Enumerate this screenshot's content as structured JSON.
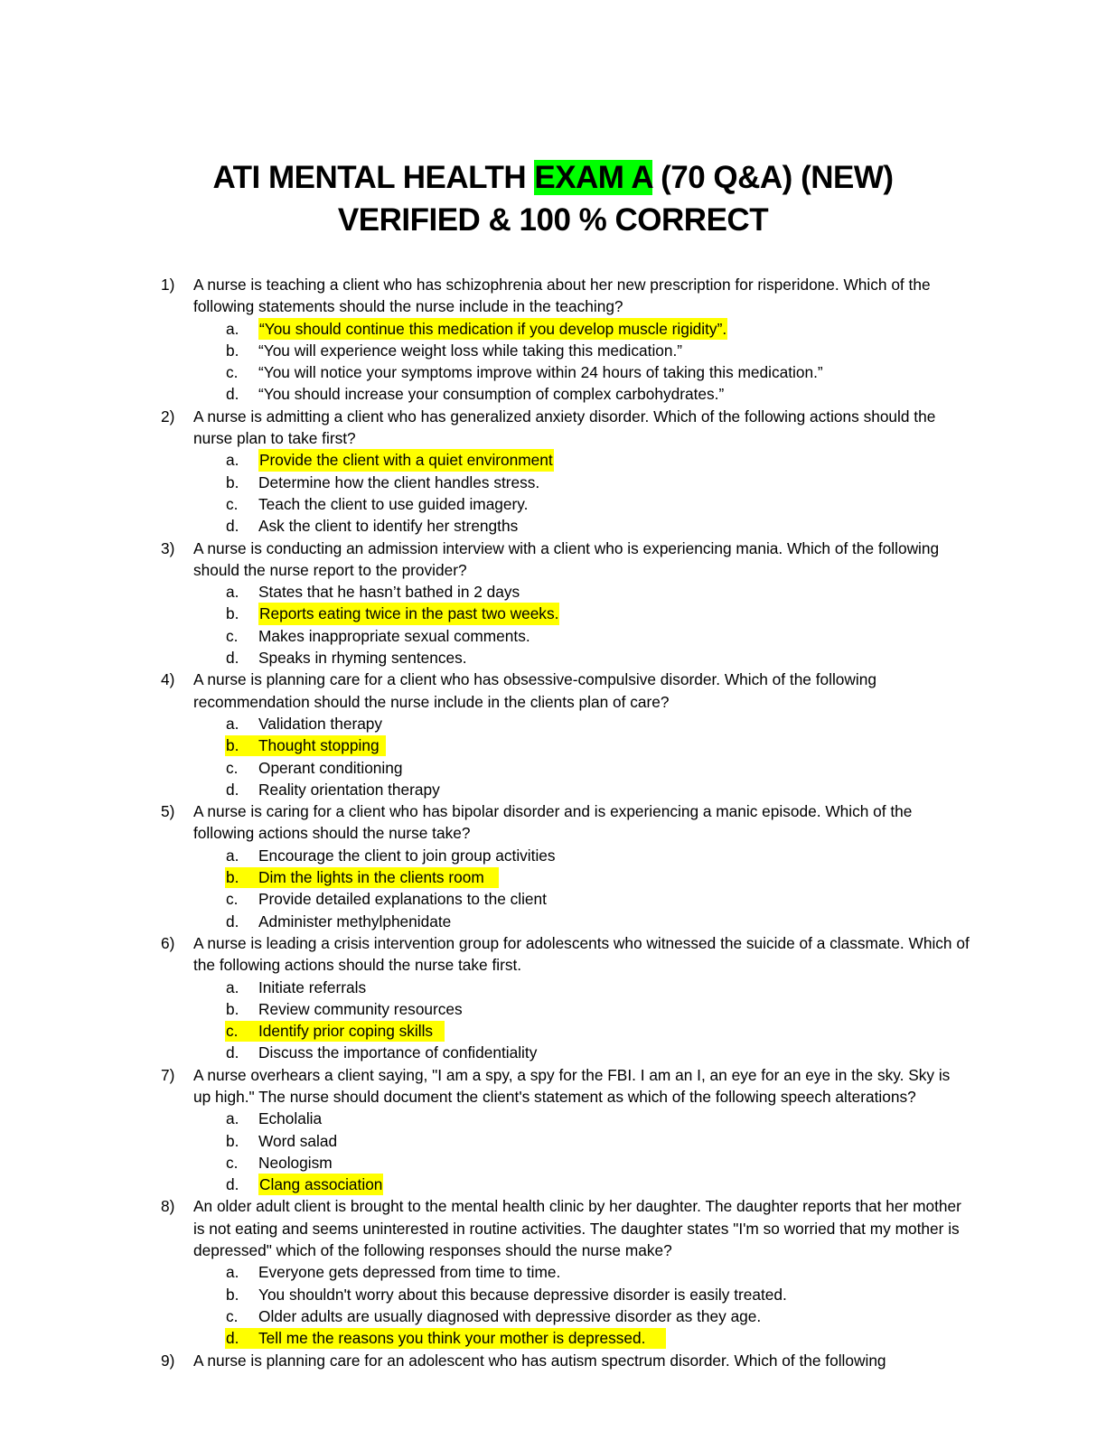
{
  "title": {
    "line1_pre": "ATI MENTAL HEALTH ",
    "line1_highlight": "EXAM A",
    "line1_post": " (70 Q&A) (NEW)",
    "line2": "VERIFIED & 100 % CORRECT"
  },
  "colors": {
    "title_highlight": "#00ff00",
    "answer_highlight": "#ffff00"
  },
  "questions": [
    {
      "num": "1)",
      "text": "A nurse is teaching a client who has schizophrenia about her new prescription for risperidone. Which of the following statements should the nurse include in the teaching?",
      "options": [
        {
          "letter": "a.",
          "text": "“You should continue this medication if you develop muscle rigidity”."
        },
        {
          "letter": "b.",
          "text": "“You will experience weight loss while taking this medication.”"
        },
        {
          "letter": "c.",
          "text": "“You will notice your symptoms improve within 24 hours of taking this medication.”"
        },
        {
          "letter": "d.",
          "text": "“You should increase your consumption of complex carbohydrates.”"
        }
      ]
    },
    {
      "num": "2)",
      "text": "A nurse is admitting a client who has generalized anxiety disorder. Which of the following actions should the nurse plan to take first?",
      "options": [
        {
          "letter": "a.",
          "text": "Provide the client with a quiet environment"
        },
        {
          "letter": "b.",
          "text": "Determine how the client handles stress."
        },
        {
          "letter": "c.",
          "text": "Teach the client to use guided imagery."
        },
        {
          "letter": "d.",
          "text": "Ask the client to identify her strengths"
        }
      ]
    },
    {
      "num": "3)",
      "text": "A nurse is conducting an admission interview with a client who is experiencing mania. Which of the following should the nurse report to the provider?",
      "options": [
        {
          "letter": "a.",
          "text": "States that he hasn’t bathed in 2 days"
        },
        {
          "letter": "b.",
          "text": "Reports eating twice in the past two weeks."
        },
        {
          "letter": "c.",
          "text": "Makes inappropriate sexual comments."
        },
        {
          "letter": "d.",
          "text": "Speaks in rhyming sentences."
        }
      ]
    },
    {
      "num": "4)",
      "text": "A nurse is planning care for a client who has obsessive-compulsive disorder. Which of the following recommendation should the nurse include in the clients plan of care?",
      "options": [
        {
          "letter": "a.",
          "text": "Validation therapy"
        },
        {
          "letter": "b.",
          "text": "Thought stopping"
        },
        {
          "letter": "c.",
          "text": "Operant conditioning"
        },
        {
          "letter": "d.",
          "text": "Reality orientation therapy"
        }
      ]
    },
    {
      "num": "5)",
      "text": "A nurse is caring for a client who has bipolar disorder and is experiencing a manic episode. Which of the following actions should the nurse take?",
      "options": [
        {
          "letter": "a.",
          "text": "Encourage the client to join group activities"
        },
        {
          "letter": "b.",
          "text": "Dim the lights in the clients room"
        },
        {
          "letter": "c.",
          "text": "Provide detailed explanations to the client"
        },
        {
          "letter": "d.",
          "text": "Administer methylphenidate"
        }
      ]
    },
    {
      "num": "6)",
      "text": "A nurse is leading a crisis intervention group for adolescents who witnessed the suicide of a classmate. Which of the following actions should the nurse take first.",
      "options": [
        {
          "letter": "a.",
          "text": "Initiate referrals"
        },
        {
          "letter": "b.",
          "text": "Review community resources"
        },
        {
          "letter": "c.",
          "text": "Identify prior coping skills"
        },
        {
          "letter": "d.",
          "text": "Discuss the importance of confidentiality"
        }
      ]
    },
    {
      "num": "7)",
      "text": "A nurse overhears a client saying, \"I am a spy, a spy for the FBI. I am an I, an eye for an eye in the sky. Sky is up high.\" The nurse should document the client's statement as which of the following speech alterations?",
      "options": [
        {
          "letter": "a.",
          "text": "Echolalia"
        },
        {
          "letter": "b.",
          "text": "Word salad"
        },
        {
          "letter": "c.",
          "text": "Neologism"
        },
        {
          "letter": "d.",
          "text": "Clang association"
        }
      ]
    },
    {
      "num": "8)",
      "text": "An older adult client is brought to the mental health clinic by her daughter. The daughter reports that her mother is not eating and seems uninterested in routine activities. The daughter states \"I'm so worried that my mother is depressed\" which of the following responses should the nurse make?",
      "options": [
        {
          "letter": "a.",
          "text": "Everyone gets depressed from time to time."
        },
        {
          "letter": "b.",
          "text": "You shouldn't worry about this because depressive disorder is easily treated."
        },
        {
          "letter": "c.",
          "text": "Older adults are usually diagnosed with depressive disorder as they age."
        },
        {
          "letter": "d.",
          "text": "Tell me the reasons you think your mother is depressed."
        }
      ]
    },
    {
      "num": "9)",
      "text": "A nurse is planning care for an adolescent who has autism spectrum disorder. Which of the following",
      "options": []
    }
  ]
}
